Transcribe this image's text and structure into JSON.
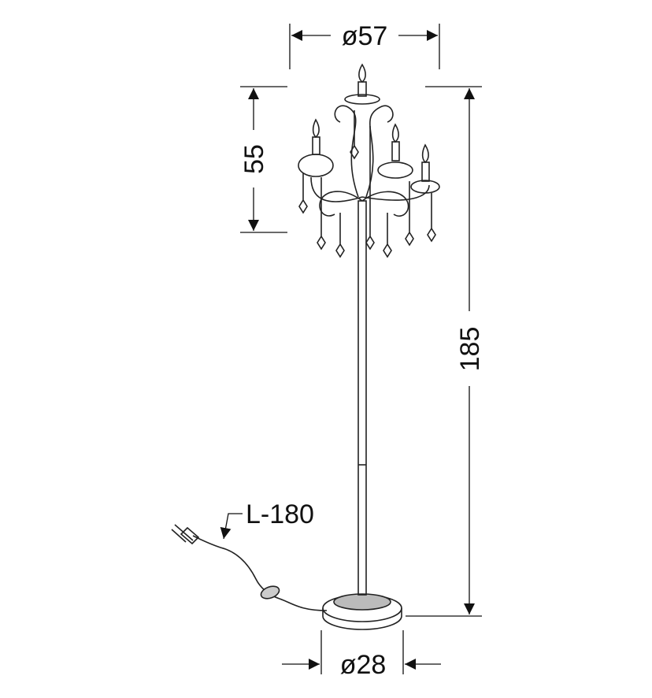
{
  "diagram": {
    "subject": "floor-lamp",
    "dimensions": {
      "top_diameter": "ø57",
      "head_height": "55",
      "total_height": "185",
      "base_diameter": "ø28",
      "cable_length": "L-180"
    },
    "colors": {
      "line": "#111111",
      "background": "#ffffff"
    }
  }
}
